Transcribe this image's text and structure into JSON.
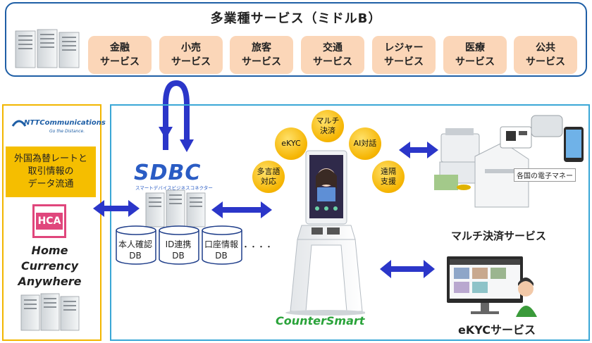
{
  "top": {
    "title": "多業種サービス（ミドルB）",
    "services": [
      {
        "label": "金融\nサービス"
      },
      {
        "label": "小売\nサービス"
      },
      {
        "label": "旅客\nサービス"
      },
      {
        "label": "交通\nサービス"
      },
      {
        "label": "レジャー\nサービス"
      },
      {
        "label": "医療\nサービス"
      },
      {
        "label": "公共\nサービス"
      }
    ]
  },
  "left": {
    "ntt_logo_main": "NTTCommunications",
    "ntt_logo_sub": "Go the Distance.",
    "yellow_text": "外国為替レートと\n取引情報の\nデータ流通",
    "hca_logo": "HCA",
    "hca_text": "Home\nCurrency\nAnywhere"
  },
  "sdbc": {
    "logo": "SDBC",
    "subtitle": "スマートデバイスビジネスコネクター",
    "dbs": [
      "本人確認\nDB",
      "ID連携\nDB",
      "口座情報\nDB"
    ],
    "ellipsis": "・・・・"
  },
  "kiosk": {
    "features": [
      "多言語\n対応",
      "eKYC",
      "マルチ\n決済",
      "AI対話",
      "遠隔\n支援"
    ],
    "caption": "CounterSmart"
  },
  "right": {
    "e_money_label": "各国の電子マネー",
    "multi_payment_caption": "マルチ決済サービス",
    "ekyc_caption": "eKYCサービス"
  },
  "colors": {
    "top_border": "#1f5fa6",
    "service_fill": "#fbd6b8",
    "left_border": "#f2b600",
    "main_border": "#3aa7d6",
    "arrow": "#2b36c9",
    "counter_smart": "#2aa33a",
    "hca_pink": "#e0467c"
  }
}
